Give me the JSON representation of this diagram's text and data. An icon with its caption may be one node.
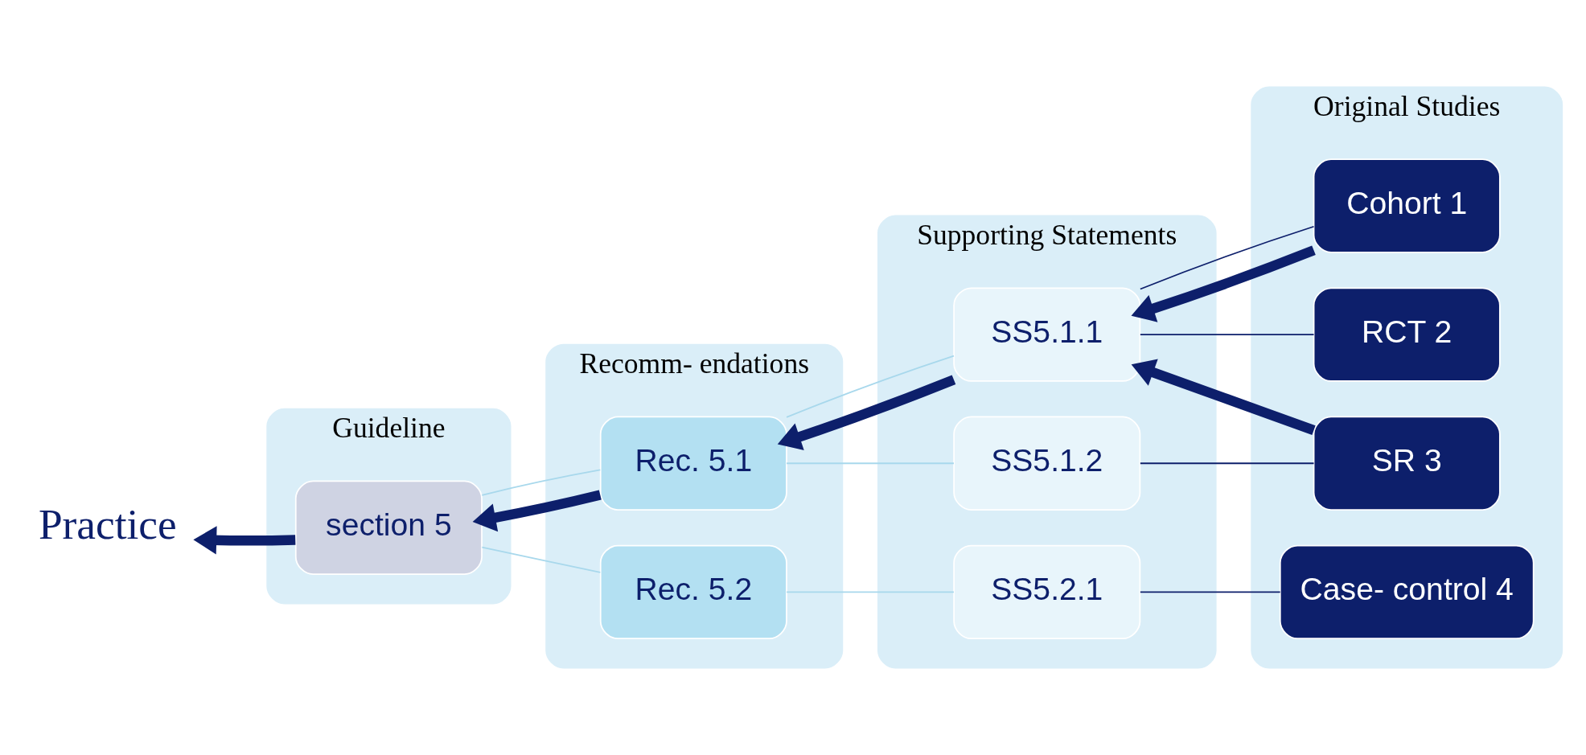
{
  "diagram": {
    "nodes": [
      {
        "text": [
          "Guideline"
        ]
      },
      {
        "text": [
          "Recomm- endations"
        ]
      },
      {
        "text": [
          "Supporting Statements"
        ]
      },
      {
        "text": [
          "Original Studies"
        ]
      },
      {
        "text": [
          "section 5"
        ],
        "in": 0
      },
      {
        "text": [
          "Rec. 5.1"
        ],
        "in": 1
      },
      {
        "text": [
          "Rec. 5.2"
        ],
        "in": 1
      },
      {
        "text": [
          "SS5.1.1"
        ],
        "in": 2
      },
      {
        "text": [
          "SS5.1.2"
        ],
        "in": 2
      },
      {
        "text": [
          "SS5.2.1"
        ],
        "in": 2
      },
      {
        "text": [
          "Cohort 1"
        ],
        "in": 3
      },
      {
        "text": [
          "RCT 2"
        ],
        "in": 3
      },
      {
        "text": [
          "SR 3"
        ],
        "in": 3
      },
      {
        "text": [
          "Case- control 4"
        ],
        "in": 3
      },
      {
        "text": [
          "Practice"
        ]
      }
    ],
    "edges": [
      {
        "from": 4,
        "to": 5,
        "arrow": "none",
        "color": "#a8d8ec"
      },
      {
        "from": 4,
        "to": 6,
        "arrow": "none",
        "color": "#a8d8ec"
      },
      {
        "from": 5,
        "to": 7,
        "arrow": "none",
        "color": "#a8d8ec"
      },
      {
        "from": 5,
        "to": 8,
        "arrow": "none",
        "color": "#a8d8ec"
      },
      {
        "from": 6,
        "to": 9,
        "arrow": "none",
        "color": "#a8d8ec"
      },
      {
        "from": 7,
        "to": 10,
        "arrow": "none"
      },
      {
        "from": 7,
        "to": 11,
        "arrow": "none"
      },
      {
        "from": 8,
        "to": 12,
        "arrow": "none"
      },
      {
        "from": 9,
        "to": 13,
        "arrow": "none"
      },
      {
        "from": 10,
        "to": 7,
        "arrow": "to",
        "style": "thick"
      },
      {
        "from": 12,
        "to": 7,
        "arrow": "to",
        "style": "thick"
      },
      {
        "from": 7,
        "to": 5,
        "arrow": "to",
        "style": "thick"
      },
      {
        "from": 5,
        "to": 4,
        "arrow": "to",
        "style": "thick"
      },
      {
        "from": 4,
        "to": 14,
        "arrow": "to",
        "style": "thick"
      }
    ]
  }
}
